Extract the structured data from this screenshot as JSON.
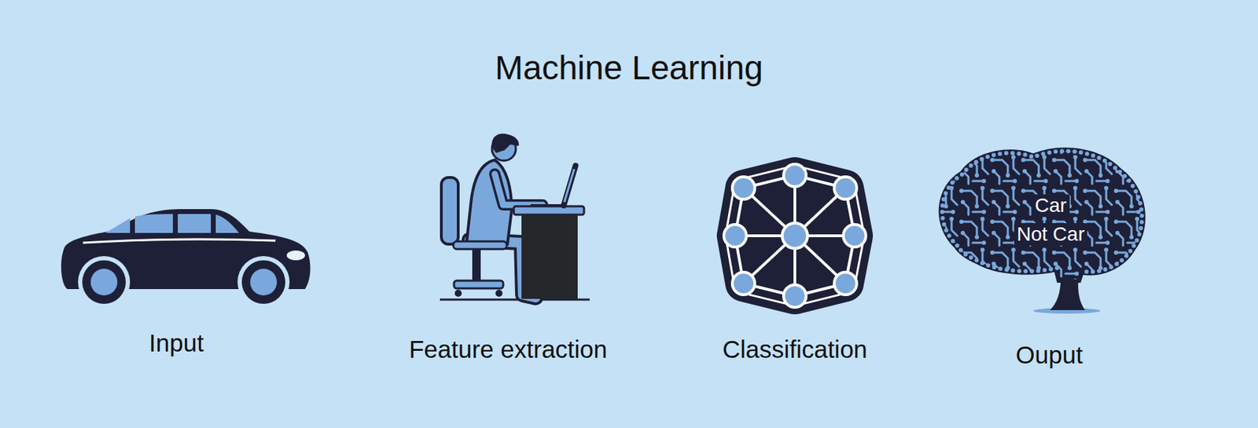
{
  "diagram": {
    "title": "Machine Learning",
    "nodes": [
      {
        "text": [
          "Input"
        ]
      },
      {
        "text": [
          "Feature extraction"
        ]
      },
      {
        "text": [
          "Classification"
        ]
      },
      {
        "text": [
          "Car",
          "Not Car",
          "Ouput"
        ]
      }
    ]
  }
}
